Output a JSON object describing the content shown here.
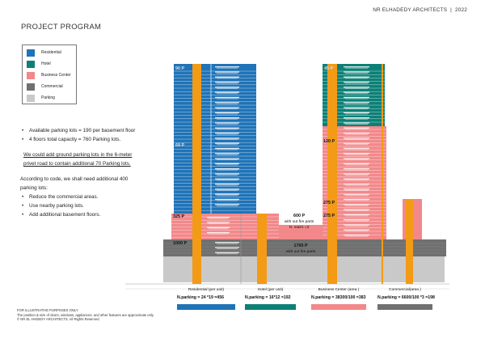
{
  "header": {
    "firm": "NR ELHADEDY ARCHITECTS",
    "year": "2022",
    "title": "PROJECT PROGRAM"
  },
  "legend": [
    {
      "label": "Residential",
      "color": "#1f73b7"
    },
    {
      "label": "Hotel",
      "color": "#0c8076"
    },
    {
      "label": "Business Center",
      "color": "#f2888a"
    },
    {
      "label": "Commercial",
      "color": "#707070"
    },
    {
      "label": "Parking",
      "color": "#c9c9c9"
    }
  ],
  "notes": {
    "bullets_1": [
      "Available parking lots = 190 per basement floor",
      "4 floors total capacity =  760 Parking lots."
    ],
    "road_line_1": "We could add ground parking lots in the 6-meter",
    "road_line_2": "privet road to contain additional 70 Parking lots.",
    "code_line_1": "According to code, we shall need additional 400",
    "code_line_2": "parking lots:",
    "bullets_2": [
      "Reduce the commercial areas.",
      "Use nearby parking lots.",
      "Add additional basement floors."
    ]
  },
  "diagram_labels": {
    "res_top": "90 P",
    "res_mid": "68 P",
    "hotel_top": "45 P",
    "biz_120": "120 P",
    "biz_275a": "275 P",
    "biz_275b": "275 P",
    "com_325": "325 P",
    "mid_600_a": "600 P",
    "mid_600_b": "with out fire parts",
    "mid_600_c": "N. stairs =3",
    "base_1000": "1000 P",
    "base_1765_a": "1765 P",
    "base_1765_b": "with out fire parts"
  },
  "summary": [
    {
      "title": "Residential (per unit)",
      "formula": "N.parking = 24 *19 =456",
      "color": "#1f73b7"
    },
    {
      "title": "Hotel (per unit)",
      "formula": "N.parking = 16*12 =192",
      "color": "#0c8076"
    },
    {
      "title": "Business Center (area )",
      "formula": "N.parking = 38300/100 =383",
      "color": "#f2888a"
    },
    {
      "title": "Commercial(area )",
      "formula": "N.parking = 6600/100 *3 =198",
      "color": "#707070"
    }
  ],
  "footer": [
    "FOR ILLUSTRATIVE PURPOSES ONLY",
    "The position & size of doors, windows, appliances, and other features are approximate only",
    "© NR EL HADEDY ARCHITECTS. All Rights Reserved"
  ],
  "colors": {
    "residential": "#1f73b7",
    "hotel": "#0c8076",
    "business": "#f2888a",
    "commercial": "#707070",
    "parking": "#c9c9c9",
    "core": "#f39a16"
  }
}
